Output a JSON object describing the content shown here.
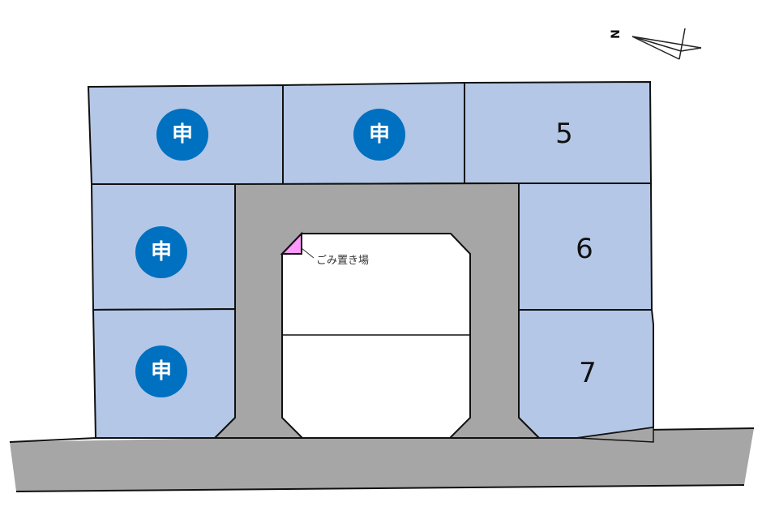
{
  "colors": {
    "lot": "#b4c7e7",
    "road": "#a6a6a6",
    "badge": "#0070c0",
    "trash": "#ff99ff"
  },
  "compass": {
    "label": "N"
  },
  "lots": [
    {
      "id": "top-left",
      "status": "申"
    },
    {
      "id": "top-middle",
      "status": "申"
    },
    {
      "id": "top-right",
      "number": "5"
    },
    {
      "id": "left-upper",
      "status": "申"
    },
    {
      "id": "left-lower",
      "status": "申"
    },
    {
      "id": "right-upper",
      "number": "6"
    },
    {
      "id": "right-lower",
      "number": "7"
    }
  ],
  "trash_area": {
    "label": "ごみ置き場"
  }
}
